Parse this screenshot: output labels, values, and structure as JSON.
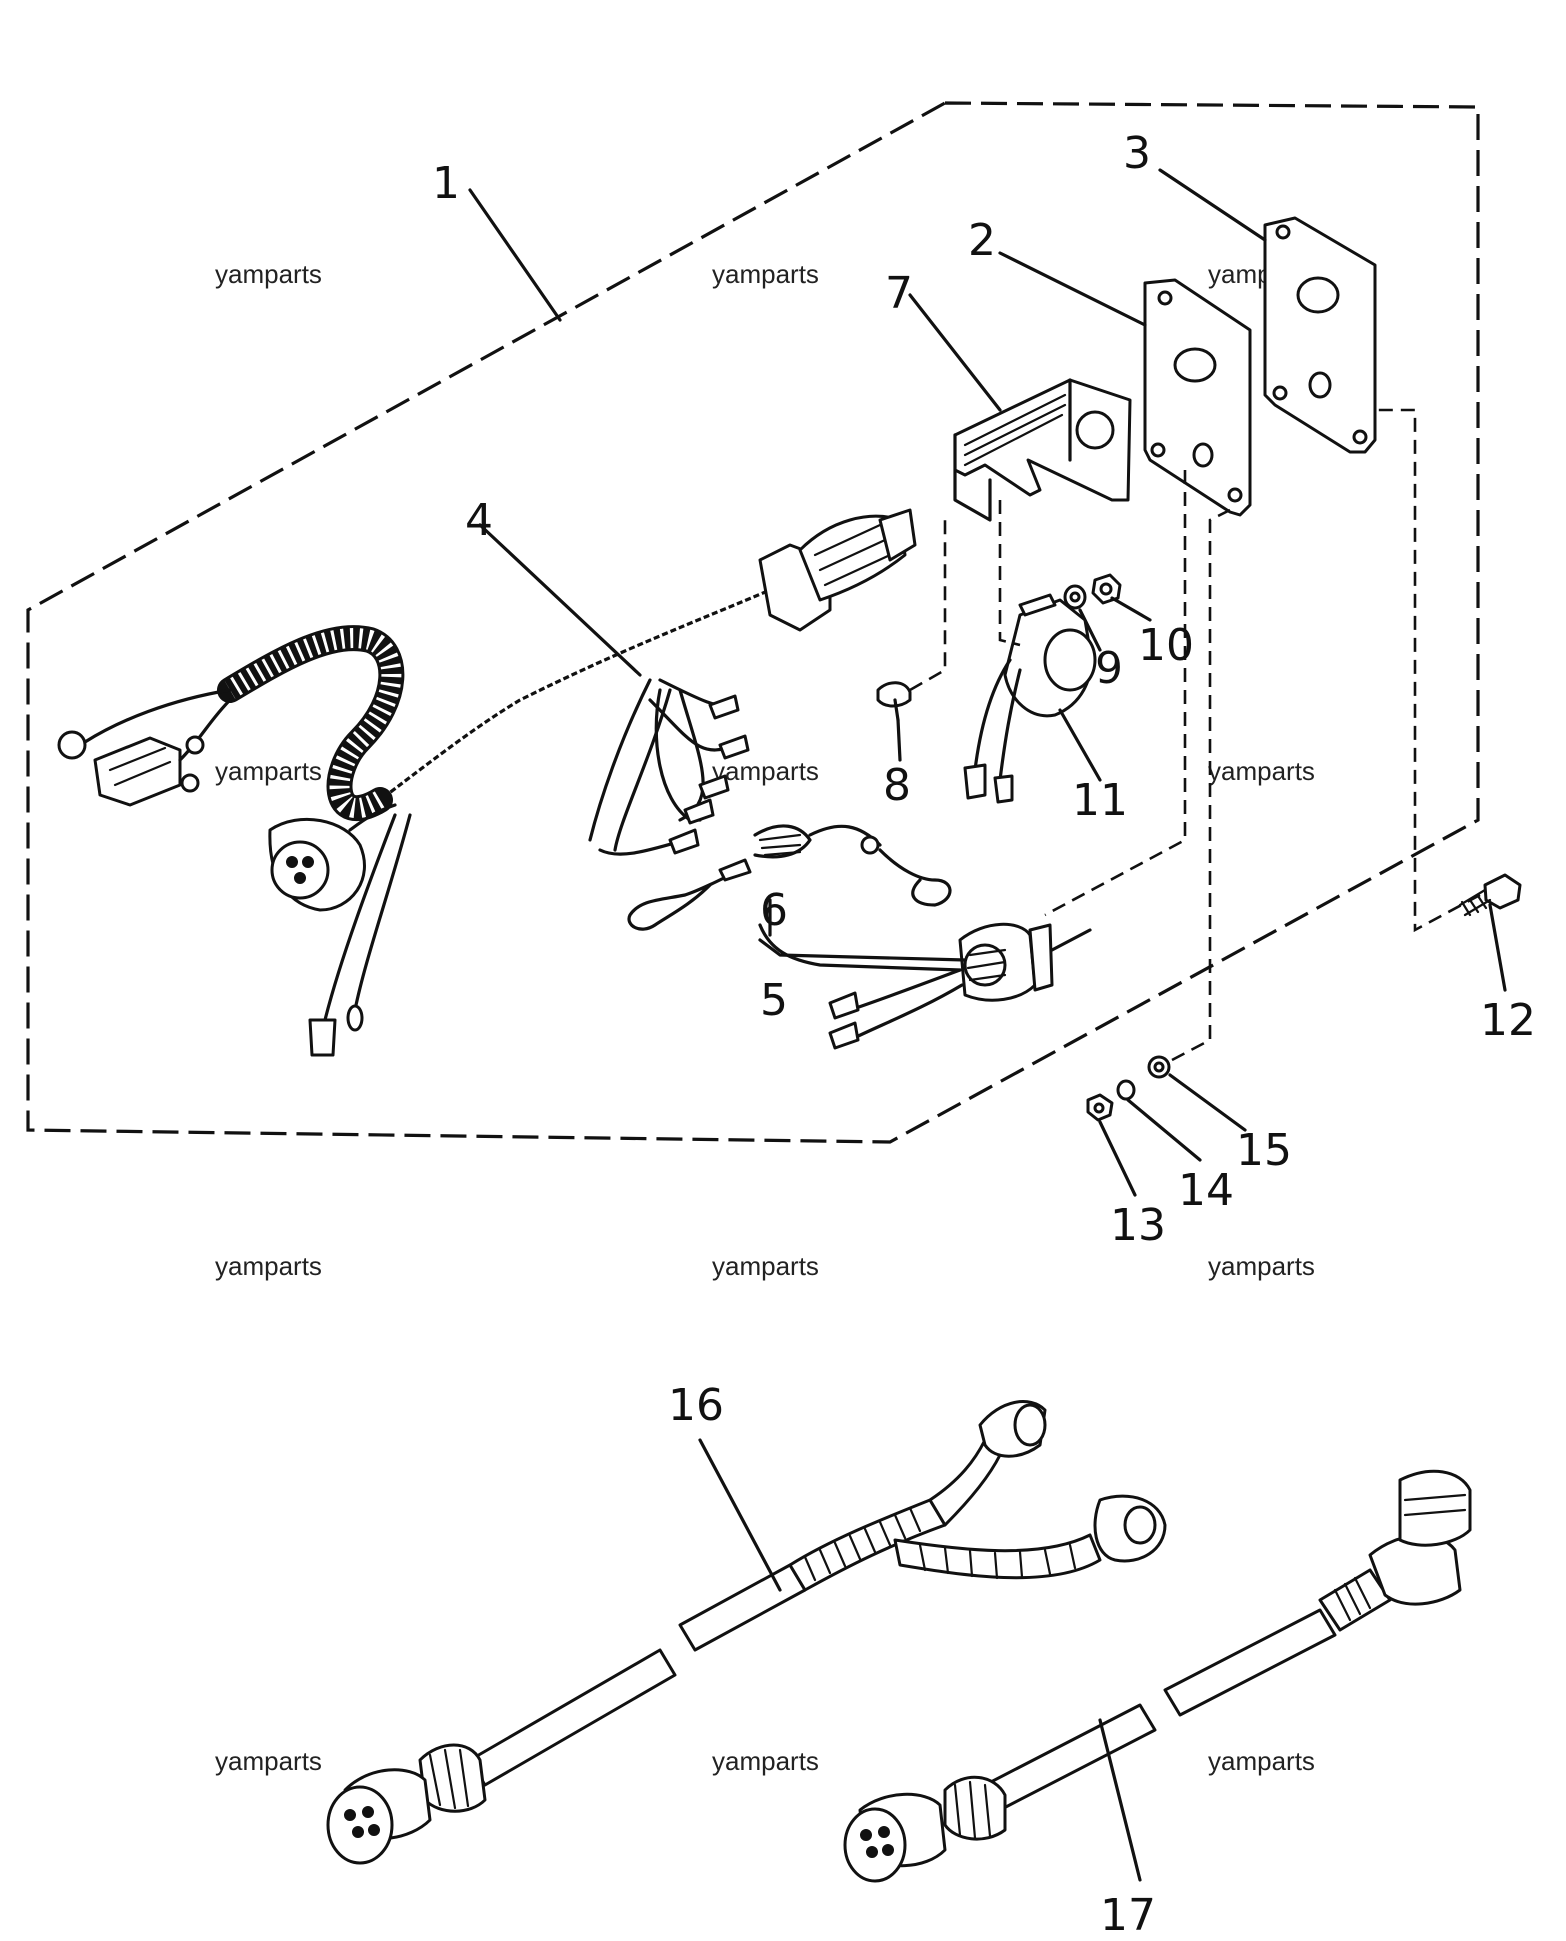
{
  "diagram": {
    "callouts": [
      "1",
      "2",
      "3",
      "4",
      "5",
      "6",
      "7",
      "8",
      "9",
      "10",
      "11",
      "12",
      "13",
      "14",
      "15",
      "16",
      "17"
    ],
    "watermark": "yamparts"
  }
}
